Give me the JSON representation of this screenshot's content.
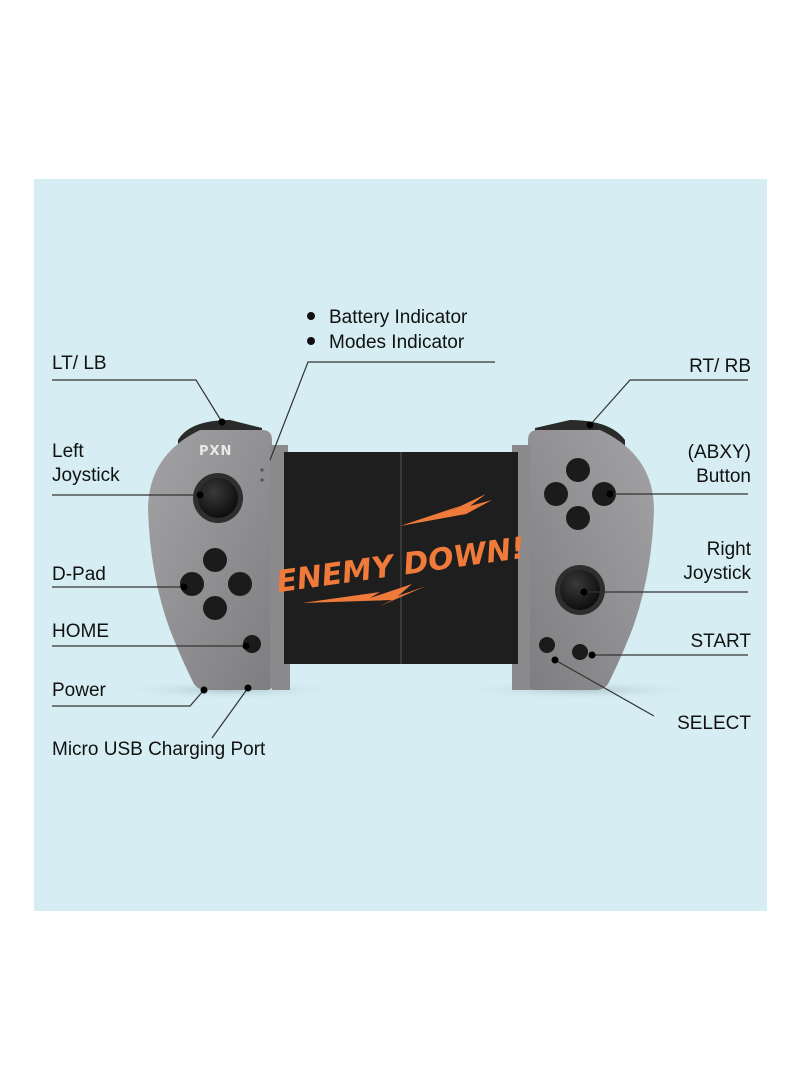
{
  "brand_logo": "PXN",
  "screen_art": {
    "text": "ENEMY DOWN!",
    "color": "#f07a3a"
  },
  "colors": {
    "background": "#d6eef3",
    "controller_body": "#8c8c8e",
    "phone_screen": "#1e1e1e",
    "buttons": "#1b1b1b"
  },
  "labels": {
    "battery_indicator": "Battery Indicator",
    "modes_indicator": "Modes Indicator",
    "lt_lb": "LT/ LB",
    "rt_rb": "RT/ RB",
    "left_joystick": "Left Joystick",
    "abxy_button": "(ABXY) Button",
    "d_pad": "D-Pad",
    "right_joystick": "Right Joystick",
    "home": "HOME",
    "start": "START",
    "power": "Power",
    "select": "SELECT",
    "micro_usb": "Micro USB Charging Port"
  }
}
